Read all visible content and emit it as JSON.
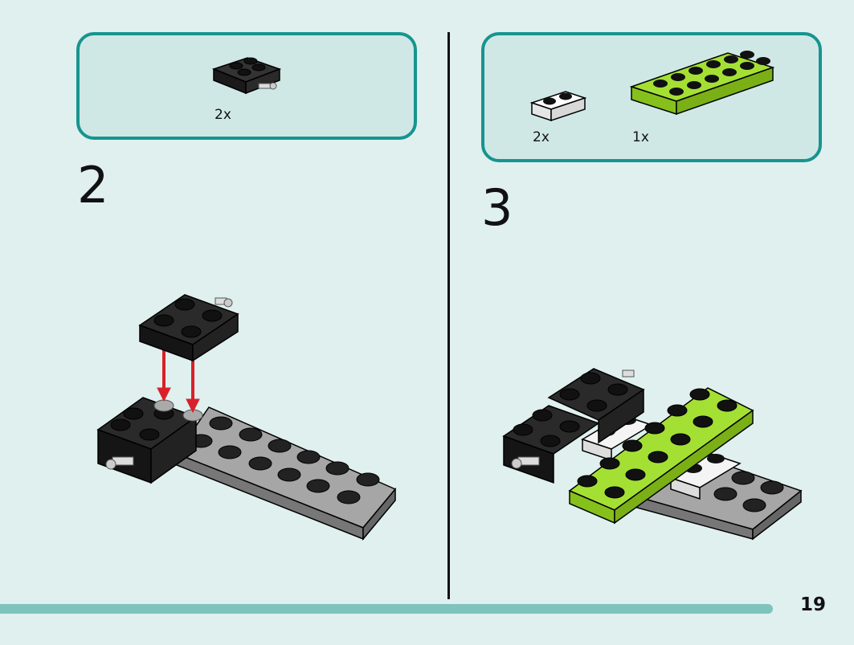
{
  "steps": [
    {
      "number": "2",
      "parts": [
        {
          "qty": "2x",
          "brick": "black-2x2-plate-with-pin"
        }
      ]
    },
    {
      "number": "3",
      "parts": [
        {
          "qty": "2x",
          "brick": "white-1x2-plate"
        },
        {
          "qty": "1x",
          "brick": "lime-2x6-plate"
        }
      ]
    }
  ],
  "page_number": "19",
  "colors": {
    "background": "#dff0ee",
    "callout_border": "#17948f",
    "callout_fill": "#cfe8e6",
    "black_brick": "#1e1e1e",
    "gray_brick": "#8e8e8e",
    "lime_brick": "#9ad82a",
    "white_brick": "#f2f2f2",
    "arrow": "#d8202a",
    "bottom_bar": "#7fc3bd"
  },
  "icons": [
    "black-plate-icon",
    "white-plate-icon",
    "lime-plate-icon",
    "down-arrow-icon"
  ]
}
